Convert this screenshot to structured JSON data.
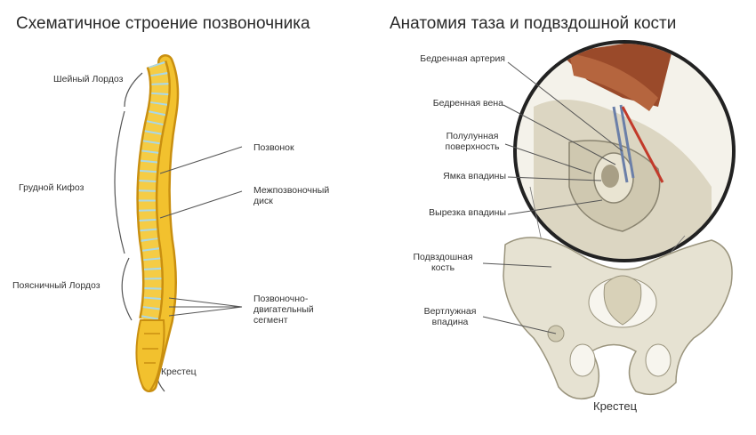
{
  "spine": {
    "title": "Схематичное строение позвоночника",
    "labels": {
      "cervical": "Шейный Лордоз",
      "thoracic": "Грудной Кифоз",
      "lumbar": "Поясничный Лордоз",
      "sacrum": "Крестец",
      "vertebra": "Позвонок",
      "disc_1": "Межпозвоночный",
      "disc_2": "диск",
      "segment_1": "Позвоночно-",
      "segment_2": "двигательный",
      "segment_3": "сегмент"
    }
  },
  "pelvis": {
    "title": "Анатомия таза и подвздошной кости",
    "labels": {
      "artery": "Бедренная артерия",
      "vein": "Бедренная вена",
      "lunate_1": "Полулунная",
      "lunate_2": "поверхность",
      "fossa": "Ямка впадины",
      "notch": "Вырезка впадины",
      "ilium_1": "Подвздошная",
      "ilium_2": "кость",
      "acetabulum_1": "Вертлужная",
      "acetabulum_2": "впадина",
      "sacrum": "Крестец"
    }
  },
  "colors": {
    "bone_yellow": "#f2c12e",
    "bone_shadow": "#c98f10",
    "disc_blue": "#a9d8e8",
    "pelvis_bone": "#e6e2d2",
    "muscle": "#9a4a2a"
  }
}
